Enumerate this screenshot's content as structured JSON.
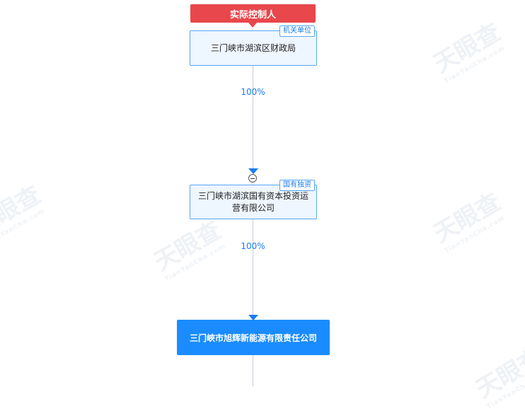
{
  "watermark": {
    "brand": "天眼查",
    "sub": "TianYanCha.com"
  },
  "controller": {
    "label": "实际控制人"
  },
  "nodes": [
    {
      "name": "三门峡市湖滨区财政局",
      "tag": "机关单位"
    },
    {
      "name": "三门峡市湖滨国有资本投资运营有限公司",
      "tag": "国有独资"
    },
    {
      "name": "三门峡市旭辉新能源有限责任公司"
    }
  ],
  "edges": [
    {
      "percent": "100%"
    },
    {
      "percent": "100%"
    }
  ],
  "colors": {
    "accent": "#1a7cf0",
    "controller": "#e8474c",
    "target": "#1a8cff",
    "node_bg": "#eef6ff"
  }
}
